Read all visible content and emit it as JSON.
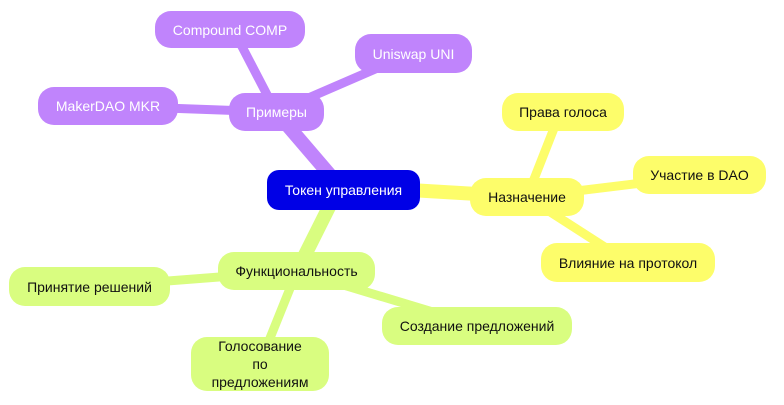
{
  "colors": {
    "root": "#0000e6",
    "examples": "#c084fc",
    "purpose": "#fdfd6a",
    "functionality": "#d9fd80"
  },
  "root": {
    "label": "Токен управления"
  },
  "branches": {
    "examples": {
      "label": "Примеры",
      "children": [
        "Compound COMP",
        "Uniswap UNI",
        "MakerDAO MKR"
      ]
    },
    "purpose": {
      "label": "Назначение",
      "children": [
        "Права голоса",
        "Участие в DAO",
        "Влияние на протокол"
      ]
    },
    "functionality": {
      "label": "Функциональность",
      "children": [
        "Принятие решений",
        "Создание предложений",
        "Голосование по предложениям"
      ]
    }
  }
}
